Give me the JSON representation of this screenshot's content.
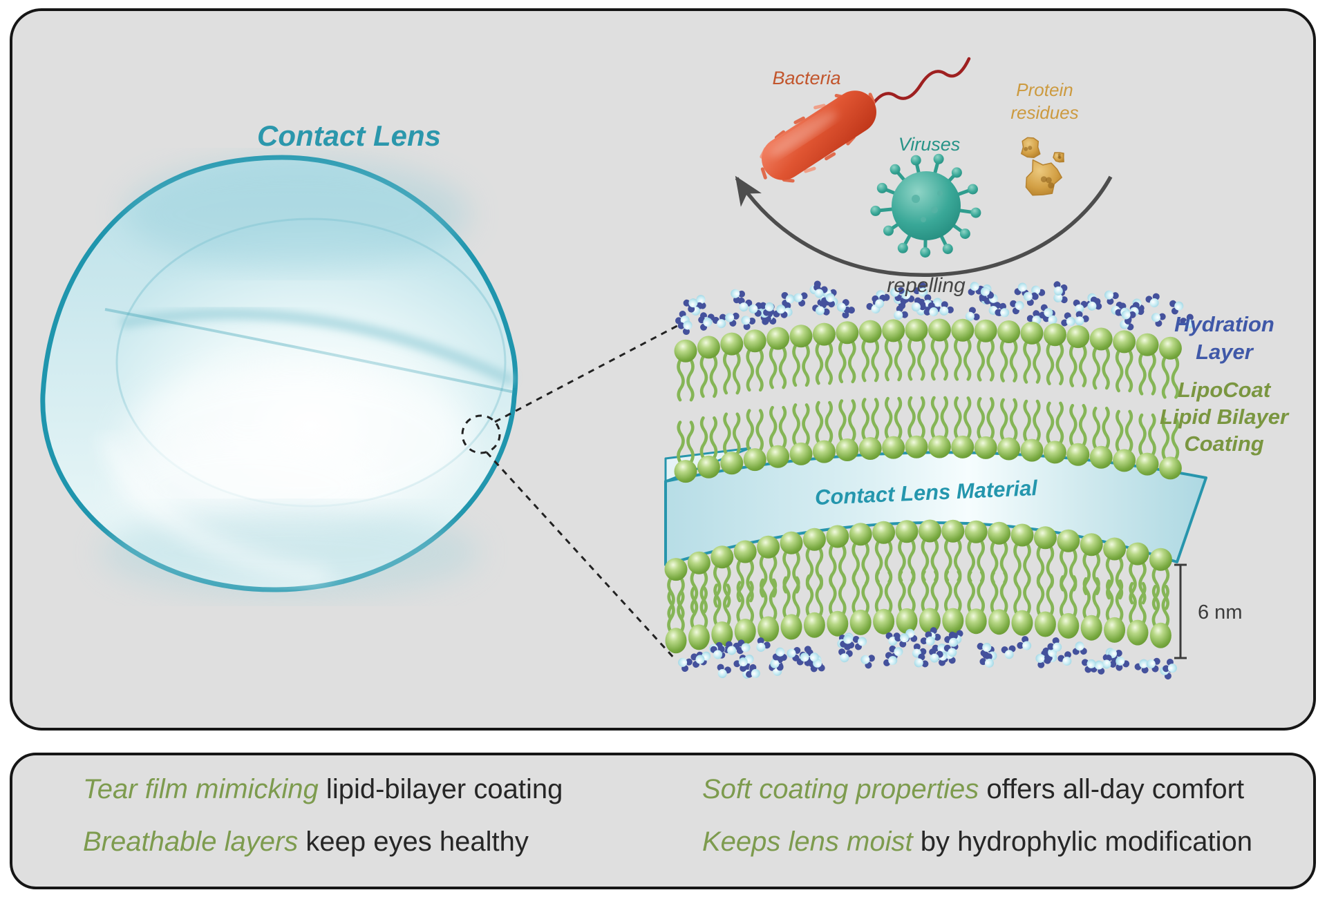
{
  "header": {
    "title": "Contact Lens"
  },
  "contaminants": {
    "bacteria_label": "Bacteria",
    "viruses_label": "Viruses",
    "protein_label_line1": "Protein",
    "protein_label_line2": "residues",
    "arrow_caption": "repelling"
  },
  "coating_diagram": {
    "hydration_line1": "Hydration",
    "hydration_line2": "Layer",
    "coating_line1": "LipoCoat",
    "coating_line2": "Lipid Bilayer",
    "coating_line3": "Coating",
    "material_label": "Contact Lens Material",
    "scale_label": "6 nm"
  },
  "benefits": [
    {
      "highlight": "Tear film mimicking",
      "rest": " lipid-bilayer coating"
    },
    {
      "highlight": "Breathable layers",
      "rest": " keep eyes healthy"
    },
    {
      "highlight": "Soft coating properties",
      "rest": " offers all-day comfort"
    },
    {
      "highlight": "Keeps lens moist",
      "rest": " by hydrophylic modification"
    }
  ],
  "colors": {
    "panel_bg": "#dfdfdf",
    "panel_border": "#161616",
    "teal_accent": "#2b97ac",
    "lens_outline": "#1f95ad",
    "bacteria_red": "#d04724",
    "virus_teal": "#2f9d8e",
    "protein_gold": "#cc9a3f",
    "hydration_blue": "#3f58a8",
    "coating_olive": "#7a9640",
    "benefit_green": "#7d9b4e",
    "dark_text": "#262626",
    "arrow_gray": "#4d4d4d",
    "lipid_head_green": "#6b9a33",
    "lipid_tail_green": "#85b556",
    "water_navy": "#44519c",
    "water_cyan": "#c9ecf4"
  }
}
